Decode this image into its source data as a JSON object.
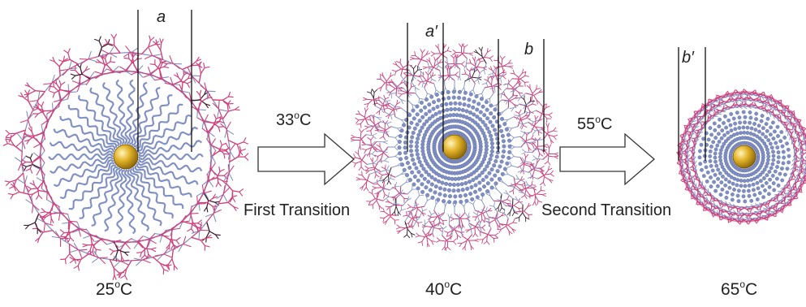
{
  "labels": {
    "a": "a",
    "a_prime": "a′",
    "b": "b",
    "b_prime": "b′"
  },
  "transitions": {
    "first": {
      "temp_value": "33",
      "temp_sup": "o",
      "temp_unit": "C",
      "name": "First Transition"
    },
    "second": {
      "temp_value": "55",
      "temp_sup": "o",
      "temp_unit": "C",
      "name": "Second Transition"
    }
  },
  "states": [
    {
      "temp_value": "25",
      "temp_sup": "o",
      "temp_unit": "C"
    },
    {
      "temp_value": "40",
      "temp_sup": "o",
      "temp_unit": "C"
    },
    {
      "temp_value": "65",
      "temp_sup": "o",
      "temp_unit": "C"
    }
  ],
  "colors": {
    "core": "#d4a417",
    "chain": "#7f8fc4",
    "arm": "#d0407a",
    "dark_arm": "#3a2030"
  }
}
